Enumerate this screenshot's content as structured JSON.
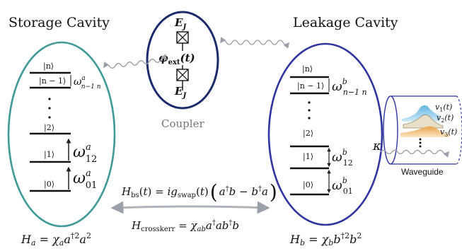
{
  "titles": {
    "storage": "Storage Cavity",
    "leakage": "Leakage Cavity",
    "coupler": "Coupler",
    "waveguide": "Waveguide"
  },
  "coupler": {
    "ej_top": "E_J",
    "ej_bottom": "E_J",
    "phi": "φ_ext(t)"
  },
  "storage_levels": [
    "|n⟩",
    "|n − 1⟩",
    "|2⟩",
    "|1⟩",
    "|0⟩"
  ],
  "storage_freqs": {
    "top": "ω^a_{n−1 n}",
    "mid": "ω^a_{12}",
    "bottom": "ω^a_{01}"
  },
  "leakage_levels": [
    "|n⟩",
    "|n − 1⟩",
    "|2⟩",
    "|1⟩",
    "|0⟩"
  ],
  "leakage_freqs": {
    "top": "ω^b_{n−1 n}",
    "mid": "ω^b_{12}",
    "bottom": "ω^b_{01}"
  },
  "kappa": "κ",
  "modes": [
    "v1(t)",
    "v2(t)",
    "v3(t)"
  ],
  "equations": {
    "h_bs": "H_bs(t) = i g_swap(t) ( a† b − b† a )",
    "h_cross": "H_crosskerr = χ_ab a† a b† b",
    "h_a": "H_a = χ_a a†2 a2",
    "h_b": "H_b = χ_b b†2 b2"
  },
  "colors": {
    "storage": "#3f9a98",
    "leakage": "#3035a0",
    "coupler": "#1a2c6c",
    "wave": "#9aa0a8",
    "mode1": "#63b6df",
    "mode2": "#9a8a6a",
    "mode3": "#e8a34b"
  }
}
